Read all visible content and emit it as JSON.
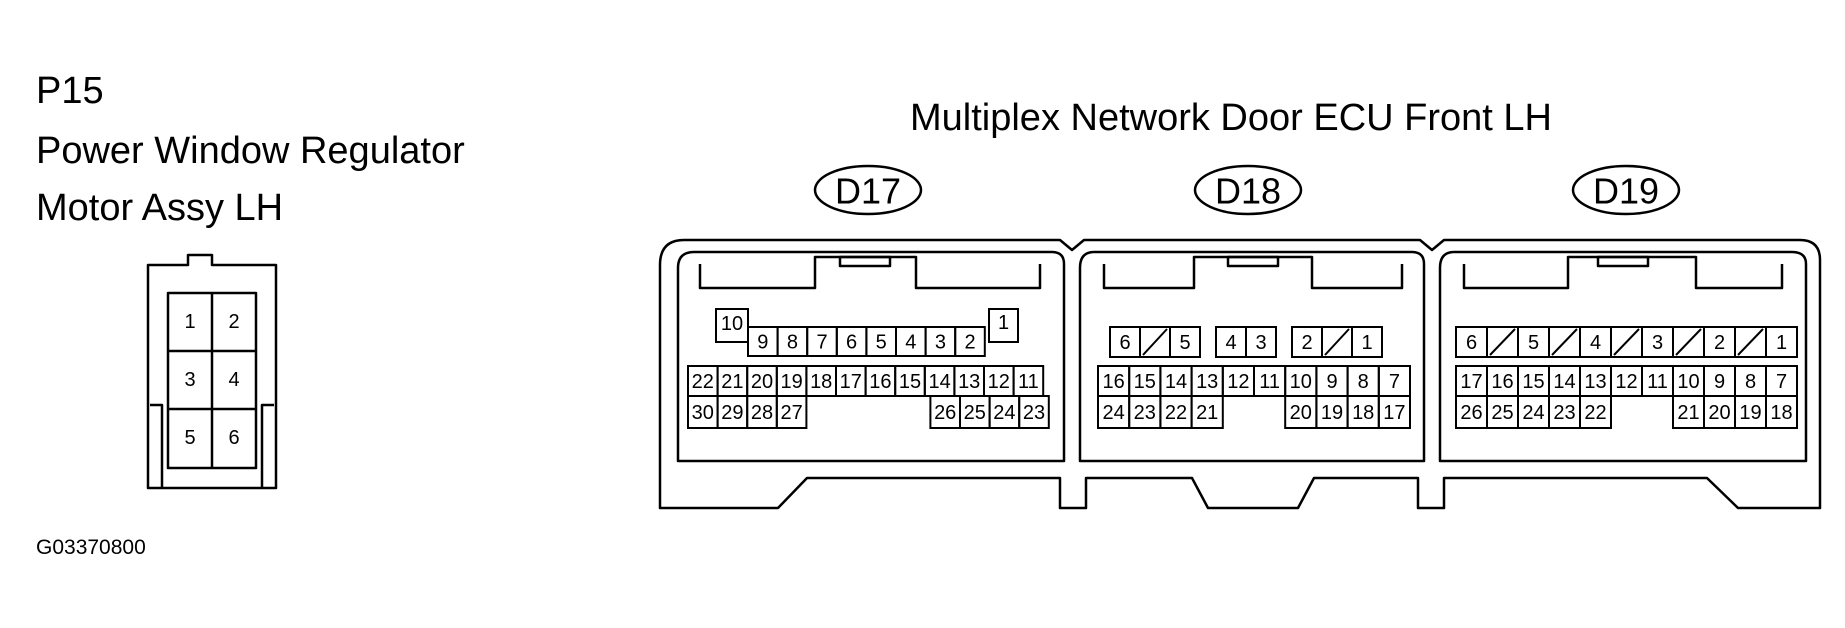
{
  "left_connector": {
    "code": "P15",
    "name_lines": [
      "Power Window Regulator",
      "Motor Assy LH"
    ],
    "pins": [
      "1",
      "2",
      "3",
      "4",
      "5",
      "6"
    ]
  },
  "ecu": {
    "title": "Multiplex Network Door ECU Front LH",
    "connectors": [
      {
        "label": "D17",
        "top_left": [
          "10"
        ],
        "top_right": [
          "1"
        ],
        "row_a": [
          "9",
          "8",
          "7",
          "6",
          "5",
          "4",
          "3",
          "2"
        ],
        "row_b": [
          "22",
          "21",
          "20",
          "19",
          "18",
          "17",
          "16",
          "15",
          "14",
          "13",
          "12",
          "11"
        ],
        "row_c_left": [
          "30",
          "29",
          "28",
          "27"
        ],
        "row_c_right": [
          "26",
          "25",
          "24",
          "23"
        ]
      },
      {
        "label": "D18",
        "row_a": [
          "6",
          "",
          "5",
          "4",
          "3",
          "2",
          "",
          "1"
        ],
        "row_b": [
          "16",
          "15",
          "14",
          "13",
          "12",
          "11",
          "10",
          "9",
          "8",
          "7"
        ],
        "row_c_left": [
          "24",
          "23",
          "22",
          "21"
        ],
        "row_c_right": [
          "20",
          "19",
          "18",
          "17"
        ]
      },
      {
        "label": "D19",
        "row_a": [
          "6",
          "",
          "5",
          "",
          "4",
          "",
          "3",
          "",
          "2",
          "",
          "1"
        ],
        "row_b": [
          "17",
          "16",
          "15",
          "14",
          "13",
          "12",
          "11",
          "10",
          "9",
          "8",
          "7"
        ],
        "row_c_left": [
          "26",
          "25",
          "24",
          "23",
          "22"
        ],
        "row_c_right": [
          "21",
          "20",
          "19",
          "18"
        ]
      }
    ]
  },
  "figure_code": "G03370800"
}
